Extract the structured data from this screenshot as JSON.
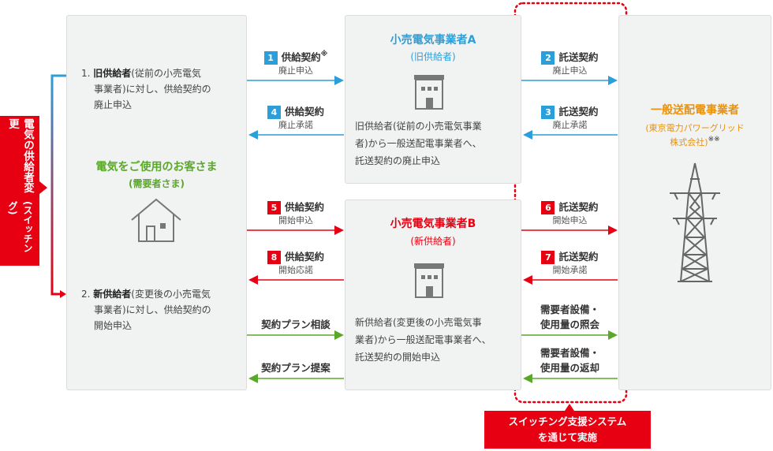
{
  "left_tag": {
    "main": "電気の供給者変更",
    "sub": "(スイッチング)"
  },
  "customer": {
    "title": "電気をご使用のお客さま",
    "subtitle": "(需要者さま)",
    "step1": {
      "num": "1.",
      "bold": "旧供給者",
      "line1_rest": "(従前の小売電気",
      "line2": "事業者)に対し、供給契約の",
      "line3": "廃止申込"
    },
    "step2": {
      "num": "2.",
      "bold": "新供給者",
      "line1_rest": "(変更後の小売電気",
      "line2": "事業者)に対し、供給契約の",
      "line3": "開始申込"
    }
  },
  "retailer_a": {
    "title": "小売電気事業者A",
    "subtitle": "(旧供給者)",
    "desc": [
      "旧供給者(従前の小売電気事業",
      "者)から一般送配電事業者へ、",
      "託送契約の廃止申込"
    ]
  },
  "retailer_b": {
    "title": "小売電気事業者B",
    "subtitle": "(新供給者)",
    "desc": [
      "新供給者(変更後の小売電気事",
      "業者)から一般送配電事業者へ、",
      "託送契約の開始申込"
    ]
  },
  "transmission": {
    "title": "一般送配電事業者",
    "sub1": "(東京電力パワーグリッド",
    "sub2": "株式会社)",
    "mark": "※※"
  },
  "arrows_left": [
    {
      "num": "1",
      "label": "供給契約",
      "sub": "廃止申込",
      "mark": "※"
    },
    {
      "num": "4",
      "label": "供給契約",
      "sub": "廃止承諾"
    },
    {
      "num": "5",
      "label": "供給契約",
      "sub": "開始申込"
    },
    {
      "num": "8",
      "label": "供給契約",
      "sub": "開始応諾"
    },
    {
      "label": "契約プラン相談"
    },
    {
      "label": "契約プラン提案"
    }
  ],
  "arrows_right": [
    {
      "num": "2",
      "label": "託送契約",
      "sub": "廃止申込"
    },
    {
      "num": "3",
      "label": "託送契約",
      "sub": "廃止承諾"
    },
    {
      "num": "6",
      "label": "託送契約",
      "sub": "開始申込"
    },
    {
      "num": "7",
      "label": "託送契約",
      "sub": "開始承諾"
    },
    {
      "line1": "需要者設備・",
      "line2": "使用量の照会"
    },
    {
      "line1": "需要者設備・",
      "line2": "使用量の返却"
    }
  ],
  "switching_badge": {
    "line1": "スイッチング支援システム",
    "line2": "を通じて実施"
  },
  "colors": {
    "blue": "#2b9fd9",
    "red": "#e60012",
    "green": "#5aa829",
    "orange": "#e8920e"
  }
}
